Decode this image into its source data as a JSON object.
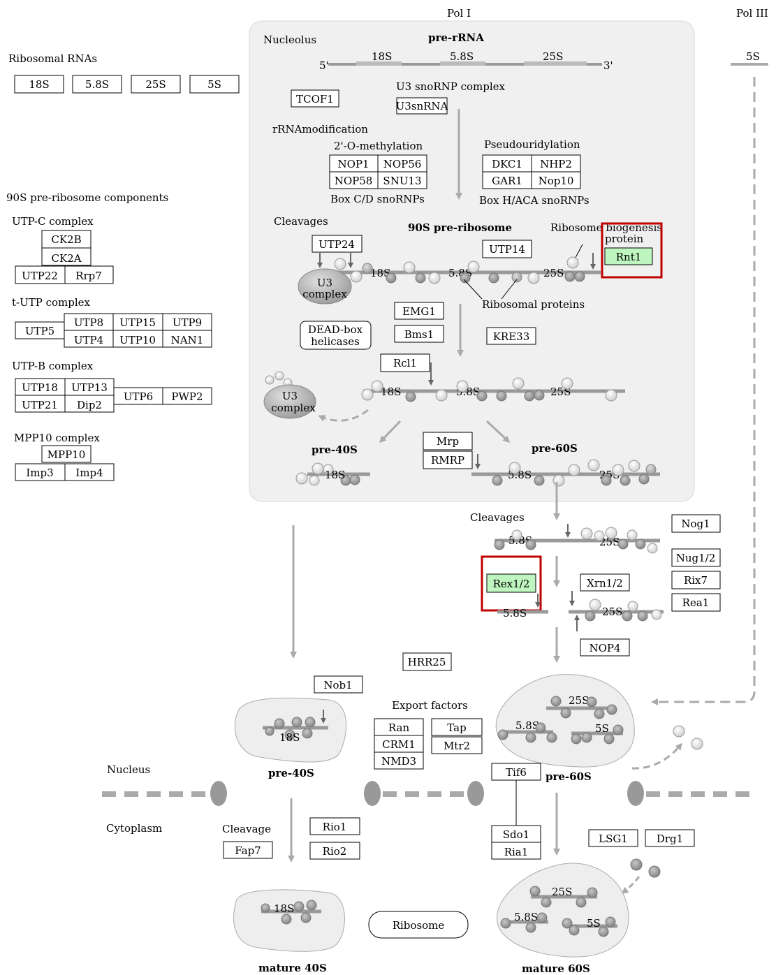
{
  "labels": {
    "pol1": "Pol I",
    "pol3": "Pol III",
    "ribosomal_rnas": "Ribosomal RNAs",
    "nucleolus": "Nucleolus",
    "pre_rrna": "pre-rRNA",
    "u3_snornp_complex": "U3 snoRNP complex",
    "rrna_modification": "rRNAmodification",
    "o_methylation": "2'-O-methylation",
    "pseudouridylation": "Pseudouridylation",
    "box_cd": "Box C/D snoRNPs",
    "box_haca": "Box H/ACA snoRNPs",
    "cleavages": "Cleavages",
    "pre90s": "90S pre-ribosome",
    "ribosome_biogenesis_1": "Ribosome biogenesis",
    "ribosome_biogenesis_2": "protein",
    "ribosomal_proteins": "Ribosomal proteins",
    "u3": "U3",
    "complex": "complex",
    "dead_box_1": "DEAD-box",
    "dead_box_2": "helicases",
    "pre40s": "pre-40S",
    "pre60s": "pre-60S",
    "cleavages2": "Cleavages",
    "export_factors": "Export factors",
    "nucleus": "Nucleus",
    "cytoplasm": "Cytoplasm",
    "cleavage": "Cleavage",
    "ribosome": "Ribosome",
    "mature40s": "mature 40S",
    "mature60s": "mature 60S",
    "components_90s": "90S pre-ribosome components",
    "utpc_complex": "UTP-C complex",
    "tutp_complex": "t-UTP complex",
    "utpb_complex": "UTP-B complex",
    "mpp10_complex": "MPP10 complex",
    "five_prime": "5'",
    "three_prime": "3'"
  },
  "rna_labels": {
    "r18s": "18S",
    "r58s": "5.8S",
    "r25s": "25S",
    "r5s": "5S"
  },
  "genes": {
    "rna_18s": "18S",
    "rna_58s": "5.8S",
    "rna_25s": "25S",
    "rna_5s": "5S",
    "tcof1": "TCOF1",
    "u3snrna": "U3snRNA",
    "nop1": "NOP1",
    "nop56": "NOP56",
    "nop58": "NOP58",
    "snu13": "SNU13",
    "dkc1": "DKC1",
    "nhp2": "NHP2",
    "gar1": "GAR1",
    "nop10": "Nop10",
    "utp24": "UTP24",
    "utp14": "UTP14",
    "rnt1": "Rnt1",
    "emg1": "EMG1",
    "bms1": "Bms1",
    "kre33": "KRE33",
    "rcl1": "Rcl1",
    "mrp": "Mrp",
    "rmrp": "RMRP",
    "nog1": "Nog1",
    "nug12": "Nug1/2",
    "rix7": "Rix7",
    "rea1": "Rea1",
    "rex12": "Rex1/2",
    "xrn12": "Xrn1/2",
    "nop4": "NOP4",
    "hrr25": "HRR25",
    "nob1": "Nob1",
    "ran": "Ran",
    "crm1": "CRM1",
    "nmd3": "NMD3",
    "tap": "Tap",
    "mtr2": "Mtr2",
    "tif6": "Tif6",
    "sdo1": "Sdo1",
    "ria1": "Ria1",
    "lsg1": "LSG1",
    "drg1": "Drg1",
    "rio1": "Rio1",
    "rio2": "Rio2",
    "fap7": "Fap7",
    "ck2b": "CK2B",
    "ck2a": "CK2A",
    "utp22": "UTP22",
    "rrp7": "Rrp7",
    "utp5": "UTP5",
    "utp8": "UTP8",
    "utp15": "UTP15",
    "utp9": "UTP9",
    "utp4": "UTP4",
    "utp10": "UTP10",
    "nan1": "NAN1",
    "utp18": "UTP18",
    "utp13": "UTP13",
    "utp21": "UTP21",
    "dip2": "Dip2",
    "utp6": "UTP6",
    "pwp2": "PWP2",
    "mpp10": "MPP10",
    "imp3": "Imp3",
    "imp4": "Imp4"
  },
  "colors": {
    "highlight_fill": "#bff5bf",
    "highlight_border": "#c00000",
    "nucleolus_bg": "#f0f0f0",
    "rna_gray": "#999999",
    "protein_light": "#eeeeee",
    "protein_dark": "#9a9a9a"
  }
}
